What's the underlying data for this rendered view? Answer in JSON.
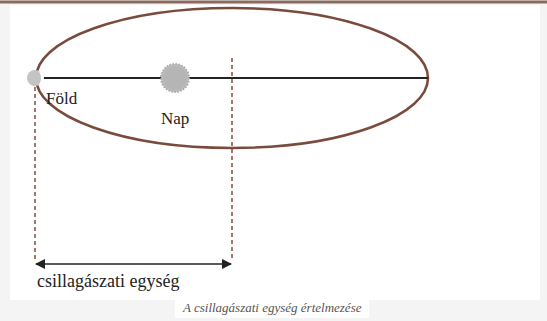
{
  "diagram": {
    "caption": "A csillagászati egység értelmezése",
    "labels": [
      "Föld",
      "Nap",
      "csillagászati egység"
    ]
  }
}
